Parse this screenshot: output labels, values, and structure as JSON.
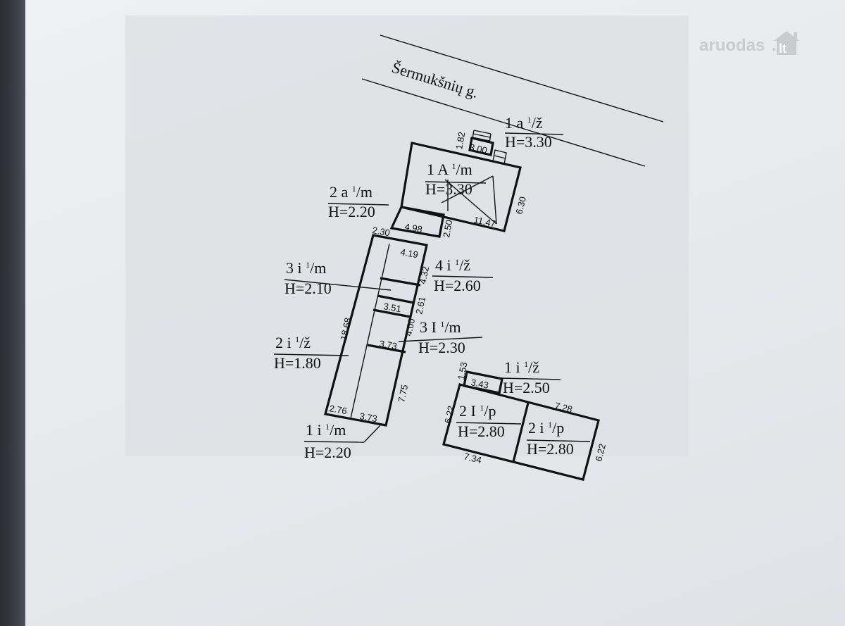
{
  "watermark": {
    "brand": "aruodas",
    "tld": "lt"
  },
  "street": "Šermukšnių g.",
  "rooms": {
    "r1a": {
      "name": "1 a ",
      "sup": "1",
      "frac": "/ž",
      "h": "H=3.30"
    },
    "r1A": {
      "name": "1 A ",
      "sup": "1",
      "frac": "/m",
      "h": "H=3.30"
    },
    "r2a": {
      "name": "2 a ",
      "sup": "1",
      "frac": "/m",
      "h": "H=2.20"
    },
    "r3i": {
      "name": "3 i ",
      "sup": "1",
      "frac": "/m",
      "h": "H=2.10"
    },
    "r4i": {
      "name": "4 i ",
      "sup": "1",
      "frac": "/ž",
      "h": "H=2.60"
    },
    "r3I": {
      "name": "3 I ",
      "sup": "1",
      "frac": "/m",
      "h": "H=2.30"
    },
    "r2i": {
      "name": "2 i ",
      "sup": "1",
      "frac": "/ž",
      "h": "H=1.80"
    },
    "r1i": {
      "name": "1 i ",
      "sup": "1",
      "frac": "/m",
      "h": "H=2.20"
    },
    "r1iz": {
      "name": "1 i ",
      "sup": "1",
      "frac": "/ž",
      "h": "H=2.50"
    },
    "r2I": {
      "name": "2 I ",
      "sup": "1",
      "frac": "/p",
      "h": "H=2.80"
    },
    "r2ip": {
      "name": "2 i ",
      "sup": "1",
      "frac": "/p",
      "h": "H=2.80"
    }
  },
  "dims": {
    "d182": "1.82",
    "d300": "3.00",
    "d630": "6.30",
    "d1147": "11.47",
    "d498": "4.98",
    "d250": "2.50",
    "d230": "2.30",
    "d419": "4.19",
    "d432": "4.32",
    "d351": "3.51",
    "d261": "2.61",
    "d400": "4.00",
    "d373a": "3.73",
    "d1868": "18.68",
    "d775": "7.75",
    "d276": "2.76",
    "d373b": "3.73",
    "d153": "1.53",
    "d343": "3.43",
    "d728": "7.28",
    "d622a": "6.22",
    "d734": "7.34",
    "d622b": "6.22"
  }
}
